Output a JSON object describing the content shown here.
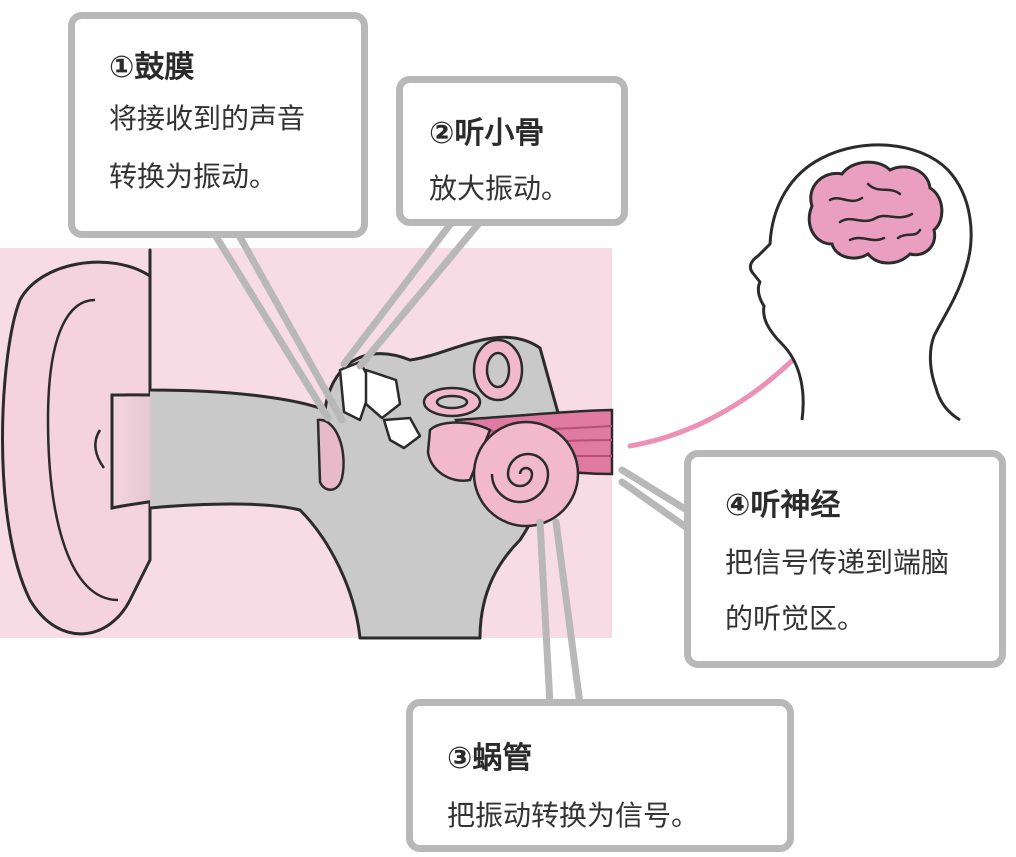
{
  "colors": {
    "background_panel": "#f7dce6",
    "ear_skin": "#f5d3de",
    "bone_gray": "#c9c9c9",
    "cochlea_pink": "#f2b8cc",
    "nerve_pink": "#e07aa0",
    "brain_pink": "#ea9fc0",
    "arrow_pink": "#ee8fb5",
    "callout_border": "#b8b8b8",
    "outline": "#2b2b2b"
  },
  "icons": [
    "ear-cross-section-illustration",
    "head-with-brain-illustration",
    "signal-arrow"
  ],
  "callouts": {
    "eardrum": {
      "title": "①鼓膜",
      "lines": [
        "将接收到的声音",
        "转换为振动。"
      ]
    },
    "ossicles": {
      "title": "②听小骨",
      "lines": [
        "放大振动。"
      ]
    },
    "nerve": {
      "title": "④听神经",
      "lines": [
        "把信号传递到端脑",
        "的听觉区。"
      ]
    },
    "cochlea": {
      "title": "③蜗管",
      "lines": [
        "把振动转换为信号。"
      ]
    }
  }
}
